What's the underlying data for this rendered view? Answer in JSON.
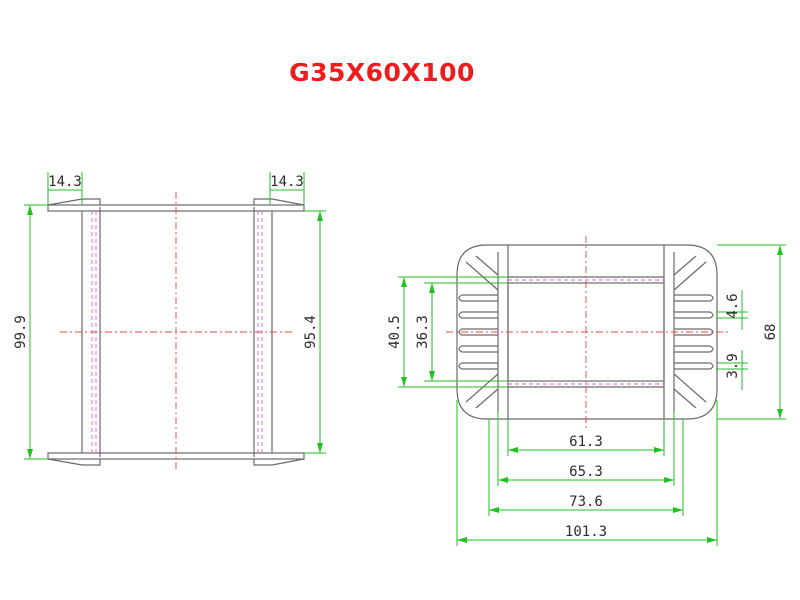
{
  "title": "G35X60X100",
  "side_view": {
    "dims": {
      "flange_left": "14.3",
      "flange_right": "14.3",
      "outer_height": "99.9",
      "inner_height": "95.4"
    }
  },
  "front_view": {
    "dims": {
      "outer_window": "40.5",
      "inner_window": "36.3",
      "slot_pitch": "4.6",
      "slot_width": "3.9",
      "overall_height": "68",
      "w1": "61.3",
      "w2": "65.3",
      "w3": "73.6",
      "w4": "101.3"
    }
  },
  "colors": {
    "title": "#ee1c1c",
    "dimension_line": "#23c223",
    "center_line": "#ee4444",
    "hidden_line": "#cc66cc",
    "outline": "#6a6a6a"
  }
}
